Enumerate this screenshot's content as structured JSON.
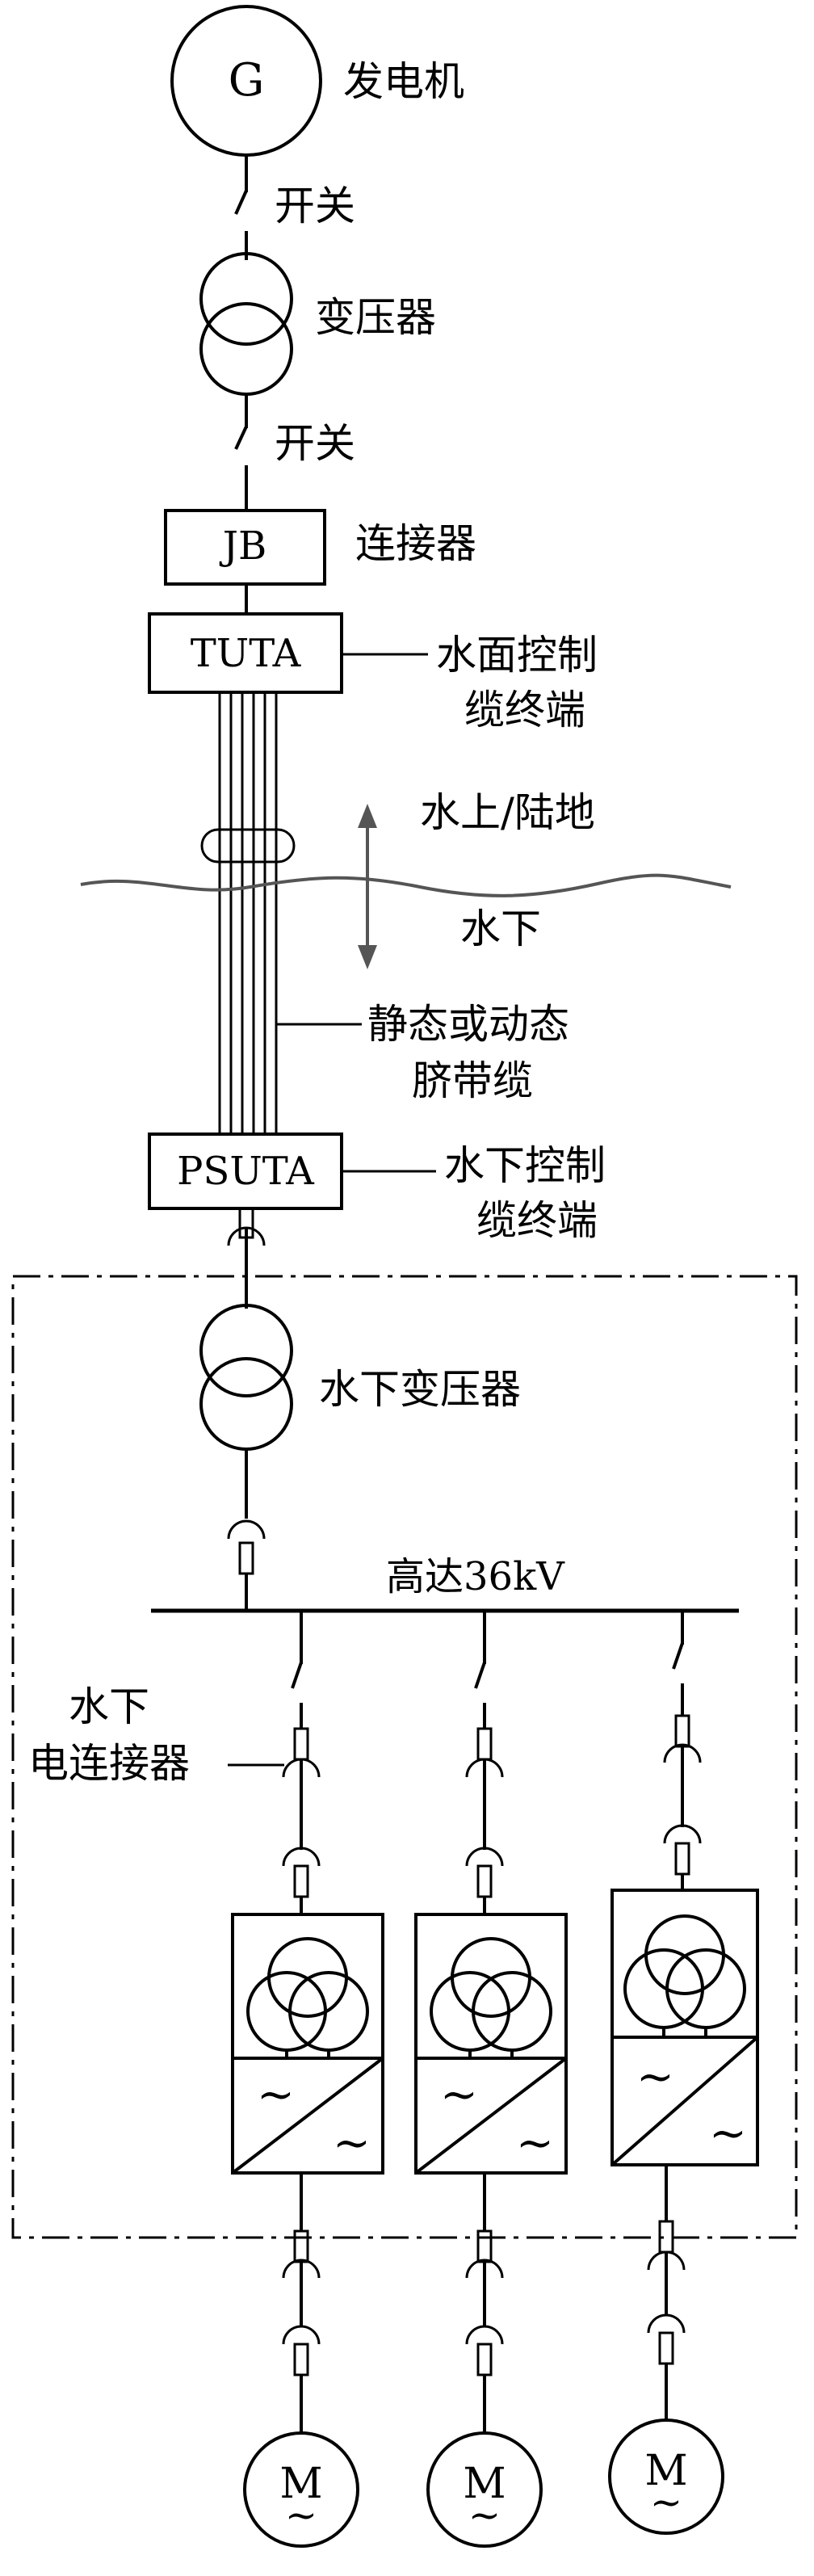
{
  "labels": {
    "generator_symbol": "G",
    "generator": "发电机",
    "switch_1": "开关",
    "transformer": "变压器",
    "switch_2": "开关",
    "jb": "JB",
    "connector": "连接器",
    "tuta": "TUTA",
    "tuta_desc_1": "水面控制",
    "tuta_desc_2": "缆终端",
    "above_water": "水上/陆地",
    "below_water": "水下",
    "umbilical_1": "静态或动态",
    "umbilical_2": "脐带缆",
    "psuta": "PSUTA",
    "psuta_desc_1": "水下控制",
    "psuta_desc_2": "缆终端",
    "subsea_transformer": "水下变压器",
    "busbar": "高达36kV",
    "subsea_connector_1": "水下",
    "subsea_connector_2": "电连接器",
    "motor_symbol": "M",
    "tilde": "~"
  },
  "colors": {
    "line": "#000000",
    "water": "#555555",
    "arrow": "#555555"
  }
}
